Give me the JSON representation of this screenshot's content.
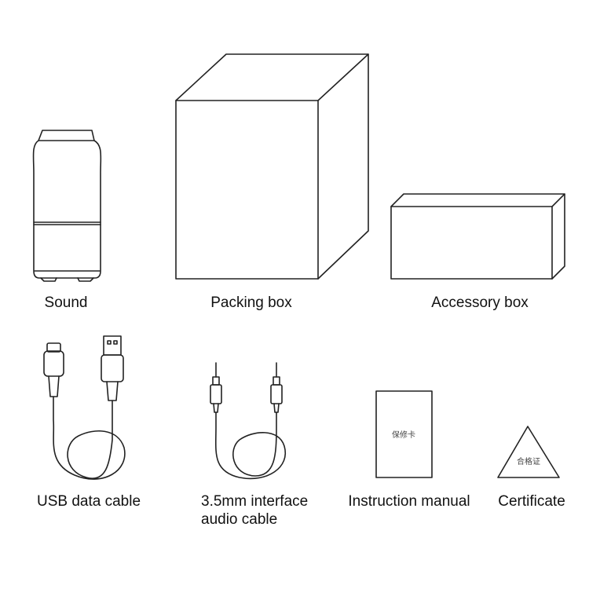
{
  "items": [
    {
      "label": "Sound"
    },
    {
      "label": "Packing box"
    },
    {
      "label": "Accessory box"
    },
    {
      "label": "USB data cable"
    },
    {
      "label_line1": "3.5mm interface",
      "label_line2": "audio cable"
    },
    {
      "label": "Instruction manual",
      "card_text": "保修卡"
    },
    {
      "label": "Certificate",
      "card_text": "合格证"
    }
  ],
  "line_color": "#222222"
}
